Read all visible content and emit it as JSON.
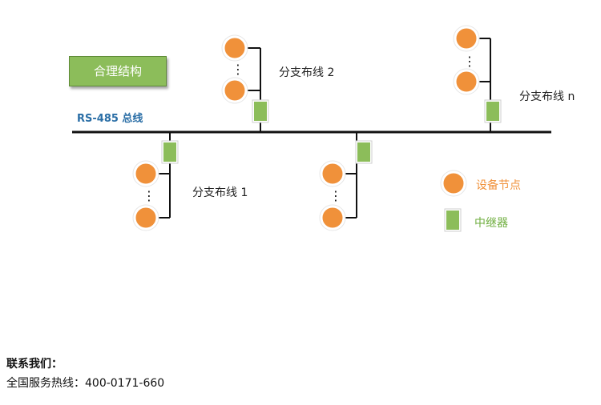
{
  "title": "合理结构",
  "bus_label": "RS-485 总线",
  "branches": {
    "b1": "分支布线 1",
    "b2": "分支布线 2",
    "bn": "分支布线 n"
  },
  "ellipsis": "⋮",
  "legend": {
    "node": "设备节点",
    "repeater": "中继器"
  },
  "contact": {
    "heading": "联系我们：",
    "hotline": "全国服务热线：400-0171-660"
  },
  "colors": {
    "node": "#f0913a",
    "repeater": "#8cbd5a",
    "bus_label": "#2a6ea6",
    "legend_node": "#f0913a",
    "legend_repeater": "#6fae3f"
  }
}
